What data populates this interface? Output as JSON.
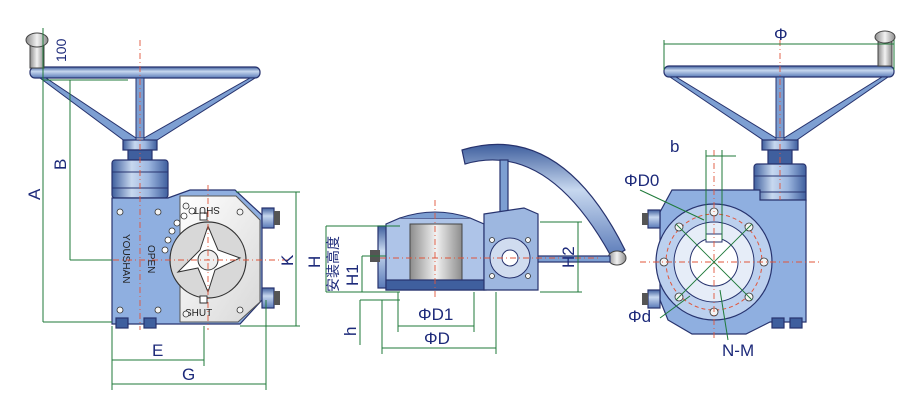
{
  "colors": {
    "body_blue": "#7d9fd2",
    "body_light": "#c7d8ef",
    "body_dark": "#3f5f9e",
    "dimension_green": "#1f7a3a",
    "centerline_red": "#e0553a",
    "label_navy": "#1d2a7a"
  },
  "labels": {
    "dim_100": "100",
    "dim_A": "A",
    "dim_B": "B",
    "dim_E": "E",
    "dim_G": "G",
    "dim_K": "K",
    "dim_H": "H",
    "dim_H1": "H1",
    "dim_H2": "H2",
    "dim_h": "h",
    "install_height": "安装高度",
    "dim_PhiD1": "ΦD1",
    "dim_PhiD": "ΦD",
    "dim_Phi": "Φ",
    "dim_b": "b",
    "dim_PhiD0": "ΦD0",
    "dim_Phid": "Φd",
    "dim_NM": "N-M"
  },
  "nameplate": {
    "brand": "YOUSHAN",
    "open": "OPEN",
    "shut_top": "SHUT",
    "shut_bottom": "SHUT"
  }
}
